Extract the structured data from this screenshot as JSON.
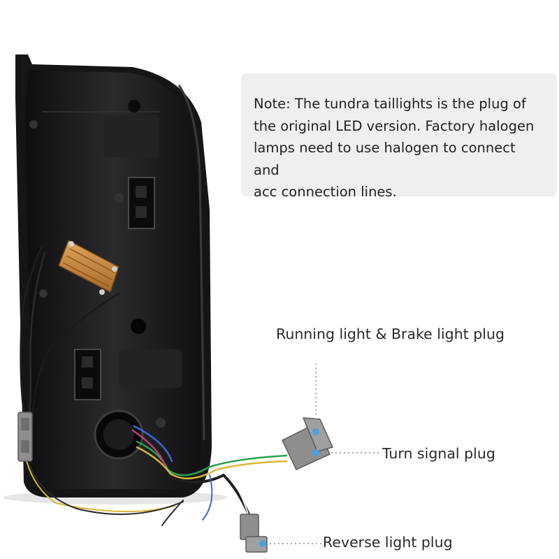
{
  "note": {
    "lines": [
      "Note: The tundra taillights is the plug of",
      "the original LED version. Factory halogen",
      "lamps need to use halogen to connect and",
      "acc connection lines."
    ]
  },
  "labels": {
    "running_brake": "Running light & Brake light plug",
    "turn_signal": "Turn signal plug",
    "reverse": "Reverse light plug"
  },
  "colors": {
    "housing": "#1a1a1c",
    "note_background": "#efefef",
    "resistor": "#c8843a",
    "plug": "#8e8e8e",
    "leader_line": "#aaaaaa"
  }
}
